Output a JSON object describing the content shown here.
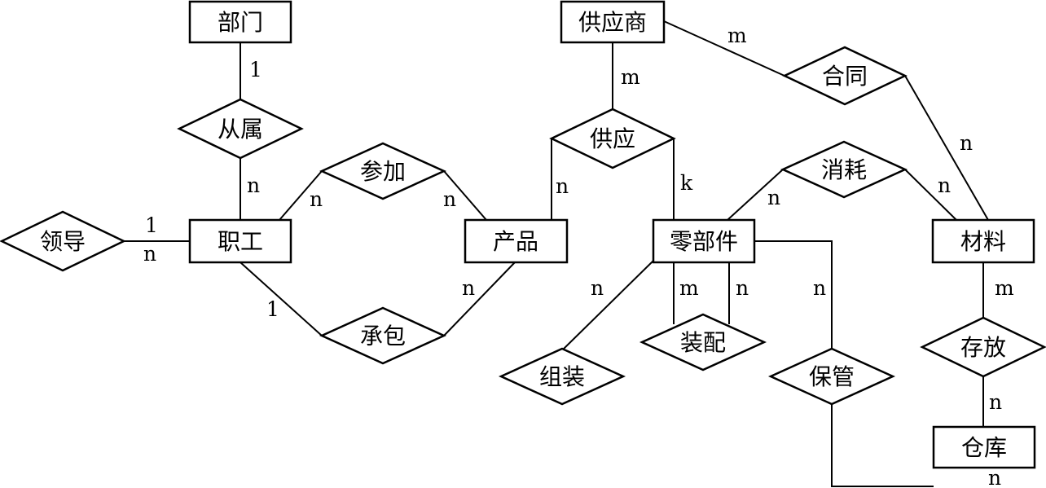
{
  "entities": [
    {
      "id": "bumen",
      "label": "部门"
    },
    {
      "id": "zhigong",
      "label": "职工"
    },
    {
      "id": "chanpin",
      "label": "产品"
    },
    {
      "id": "gongyingshang",
      "label": "供应商"
    },
    {
      "id": "lingbujian",
      "label": "零部件"
    },
    {
      "id": "cailiao",
      "label": "材料"
    },
    {
      "id": "cangku",
      "label": "仓库"
    }
  ],
  "relationships": [
    {
      "id": "congshu",
      "label": "从属"
    },
    {
      "id": "lingdao",
      "label": "领导"
    },
    {
      "id": "canjia",
      "label": "参加"
    },
    {
      "id": "chengbao",
      "label": "承包"
    },
    {
      "id": "gongying",
      "label": "供应"
    },
    {
      "id": "hetong",
      "label": "合同"
    },
    {
      "id": "xiaohao",
      "label": "消耗"
    },
    {
      "id": "zuzhuang",
      "label": "组装"
    },
    {
      "id": "zhuangpei",
      "label": "装配"
    },
    {
      "id": "baoguan",
      "label": "保管"
    },
    {
      "id": "cunfang",
      "label": "存放"
    }
  ],
  "links": [
    {
      "id": "bumen-congshu",
      "from": "部门",
      "to": "从属",
      "card": "1"
    },
    {
      "id": "congshu-zhigong",
      "from": "从属",
      "to": "职工",
      "card": "n"
    },
    {
      "id": "lingdao-zhigong-1",
      "from": "领导",
      "to": "职工",
      "card": "1"
    },
    {
      "id": "lingdao-zhigong-n",
      "from": "领导",
      "to": "职工",
      "card": "n"
    },
    {
      "id": "zhigong-canjia",
      "from": "职工",
      "to": "参加",
      "card": "n"
    },
    {
      "id": "canjia-chanpin",
      "from": "参加",
      "to": "产品",
      "card": "n"
    },
    {
      "id": "zhigong-chengbao",
      "from": "职工",
      "to": "承包",
      "card": "1"
    },
    {
      "id": "chengbao-chanpin",
      "from": "承包",
      "to": "产品",
      "card": "n"
    },
    {
      "id": "gongyingshang-gongying",
      "from": "供应商",
      "to": "供应",
      "card": "m"
    },
    {
      "id": "gongying-chanpin",
      "from": "供应",
      "to": "产品",
      "card": "n"
    },
    {
      "id": "gongying-lingbujian",
      "from": "供应",
      "to": "零部件",
      "card": "k"
    },
    {
      "id": "gongyingshang-hetong",
      "from": "供应商",
      "to": "合同",
      "card": "m"
    },
    {
      "id": "hetong-cailiao",
      "from": "合同",
      "to": "材料",
      "card": "n"
    },
    {
      "id": "lingbujian-xiaohao",
      "from": "零部件",
      "to": "消耗",
      "card": "n"
    },
    {
      "id": "xiaohao-cailiao",
      "from": "消耗",
      "to": "材料",
      "card": "n"
    },
    {
      "id": "lingbujian-zuzhuang",
      "from": "零部件",
      "to": "组装",
      "card": "n"
    },
    {
      "id": "lingbujian-zhuangpei-m",
      "from": "零部件",
      "to": "装配",
      "card": "m"
    },
    {
      "id": "lingbujian-zhuangpei-n",
      "from": "零部件",
      "to": "装配",
      "card": "n"
    },
    {
      "id": "lingbujian-baoguan",
      "from": "零部件",
      "to": "保管",
      "card": "n"
    },
    {
      "id": "cailiao-cunfang",
      "from": "材料",
      "to": "存放",
      "card": "m"
    },
    {
      "id": "cunfang-cangku",
      "from": "存放",
      "to": "仓库",
      "card": "n"
    },
    {
      "id": "baoguan-cangku",
      "from": "保管",
      "to": "仓库",
      "card": "n"
    }
  ]
}
